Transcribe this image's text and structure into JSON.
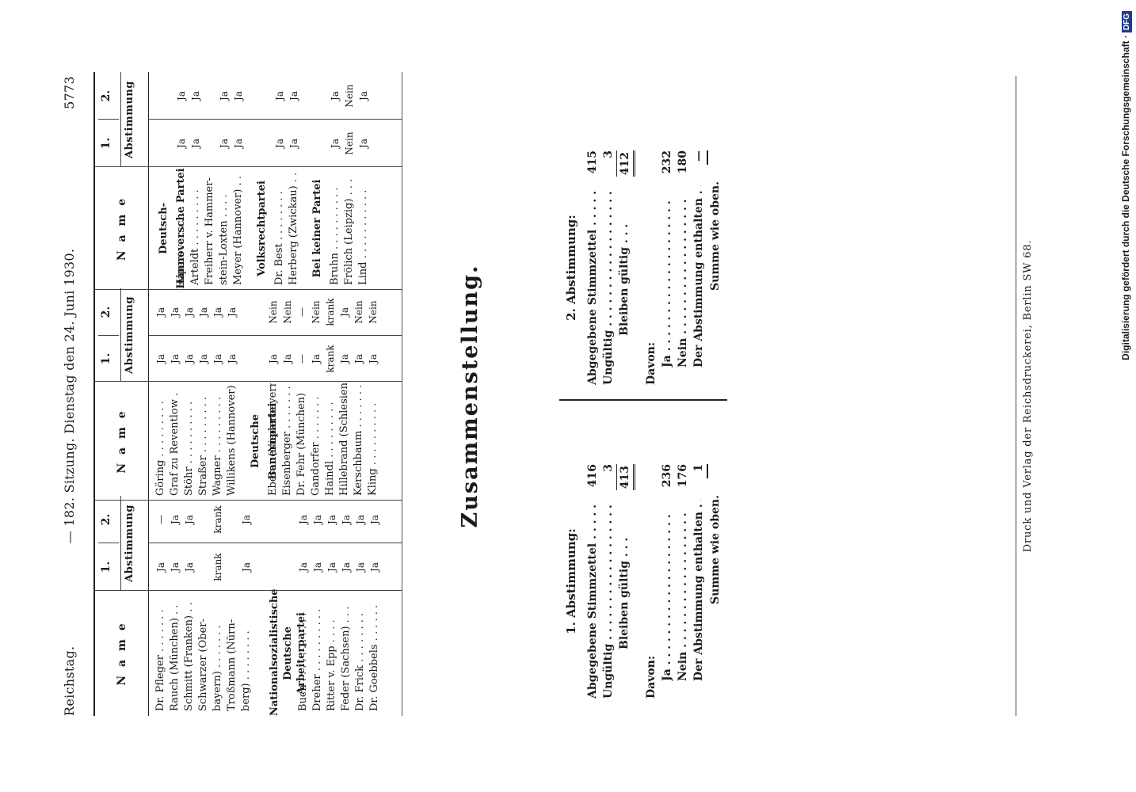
{
  "header": {
    "left": "Reichstag.",
    "center": "— 182. Sitzung. Dienstag den 24. Juni 1930.",
    "page": "5773"
  },
  "columns": {
    "name": "N a m e",
    "num1": "1.",
    "num2": "2.",
    "abst": "Abstimmung"
  },
  "panel1": [
    {
      "name": "Dr. Pfleger . . . . . . .",
      "v1": "Ja",
      "v2": "—"
    },
    {
      "name": "Rauch (München) . .",
      "v1": "Ja",
      "v2": "Ja"
    },
    {
      "name": "Schmitt (Franken) . .",
      "v1": "Ja",
      "v2": "Ja"
    },
    {
      "name": "Schwarzer (Ober-",
      "v1": "",
      "v2": ""
    },
    {
      "name": "   bayern) . . . . . . .",
      "v1": "krank",
      "v2": "krank"
    },
    {
      "name": "Troßmann (Nürn-",
      "v1": "",
      "v2": ""
    },
    {
      "name": "   berg) . . . . . . . .",
      "v1": "Ja",
      "v2": "Ja"
    }
  ],
  "panel1_party": "Nationalsozialistische Deutsche Arbeiterpartei",
  "panel1b": [
    {
      "name": "Buch . . . . . . . . . . .",
      "v1": "Ja",
      "v2": "Ja"
    },
    {
      "name": "Dreher . . . . . . . . . .",
      "v1": "Ja",
      "v2": "Ja"
    },
    {
      "name": "Ritter v. Epp . . . .",
      "v1": "Ja",
      "v2": "Ja"
    },
    {
      "name": "Feder (Sachsen) . . .",
      "v1": "Ja",
      "v2": "Ja"
    },
    {
      "name": "Dr. Frick . . . . . . . .",
      "v1": "Ja",
      "v2": "Ja"
    },
    {
      "name": "Dr. Goebbels . . . . . .",
      "v1": "Ja",
      "v2": "Ja"
    }
  ],
  "panel2": [
    {
      "name": "Göring . . . . . . . . .",
      "v1": "Ja",
      "v2": "Ja"
    },
    {
      "name": "Graf zu Reventlow .",
      "v1": "Ja",
      "v2": "Ja"
    },
    {
      "name": "Stöhr . . . . . . . . . .",
      "v1": "Ja",
      "v2": "Ja"
    },
    {
      "name": "Straßer . . . . . . . . .",
      "v1": "Ja",
      "v2": "Ja"
    },
    {
      "name": "Wagner . . . . . . . . .",
      "v1": "Ja",
      "v2": "Ja"
    },
    {
      "name": "Willikens (Hannover)",
      "v1": "Ja",
      "v2": "Ja"
    }
  ],
  "panel2_party": "Deutsche Bauernpartei",
  "panel2b": [
    {
      "name": "Eberer (Niederbayern)",
      "v1": "Ja",
      "v2": "Nein"
    },
    {
      "name": "Eisenberger . . . . . . .",
      "v1": "Ja",
      "v2": "Nein"
    },
    {
      "name": "Dr. Fehr (München)",
      "v1": "—",
      "v2": "—"
    },
    {
      "name": "Gandorfer . . . . . . .",
      "v1": "Ja",
      "v2": "Nein"
    },
    {
      "name": "Haindl . . . . . . . . .",
      "v1": "krank",
      "v2": "krank"
    },
    {
      "name": "Hillebrand (Schlesien)",
      "v1": "Ja",
      "v2": "Ja"
    },
    {
      "name": "Kerschbaum . . . . . . .",
      "v1": "Ja",
      "v2": "Nein"
    },
    {
      "name": "Kling . . . . . . . . . .",
      "v1": "Ja",
      "v2": "Nein"
    }
  ],
  "panel3_party1": "Deutsch-Hannoversche Partei",
  "panel3": [
    {
      "name": "Alpers . . . . . . . . .",
      "v1": "Ja",
      "v2": "Ja"
    },
    {
      "name": "Arteldt . . . . . . . . .",
      "v1": "Ja",
      "v2": "Ja"
    },
    {
      "name": "Freiherr v. Hammer-",
      "v1": "",
      "v2": ""
    },
    {
      "name": "   stein-Loxten . . . .",
      "v1": "Ja",
      "v2": "Ja"
    },
    {
      "name": "Meyer (Hannover) . .",
      "v1": "Ja",
      "v2": "Ja"
    }
  ],
  "panel3_party2": "Volksrechtpartei",
  "panel3b": [
    {
      "name": "Dr. Best . . . . . . . .",
      "v1": "Ja",
      "v2": "Ja"
    },
    {
      "name": "Herberg (Zwickau) . .",
      "v1": "Ja",
      "v2": "Ja"
    }
  ],
  "panel3_party3": "Bei keiner Partei",
  "panel3c": [
    {
      "name": "Bruhn . . . . . . . . . .",
      "v1": "Ja",
      "v2": "Ja"
    },
    {
      "name": "Frölich (Leipzig) . . .",
      "v1": "Nein",
      "v2": "Nein"
    },
    {
      "name": "Lind . . . . . . . . . . .",
      "v1": "Ja",
      "v2": "Ja"
    }
  ],
  "summary": {
    "title": "Zusammenstellung.",
    "vote1": {
      "heading": "1. Abstimmung:",
      "abgegeben_label": "Abgegebene Stimmzettel . . . . . . . . .",
      "abgegeben": "416",
      "ungueltig_label": "Ungültig . . . . . . . . . . . . . . . . . . . .",
      "ungueltig": "3",
      "gueltig_label": "Bleiben gültig . . .",
      "gueltig": "413",
      "davon": "Davon:",
      "ja_label": "Ja . . . . . . . . . . . . . . . . . . . .",
      "ja": "236",
      "nein_label": "Nein . . . . . . . . . . . . . . . . . .",
      "nein": "176",
      "enth_label": "Der Abstimmung enthalten . . . .",
      "enth": "1",
      "summe": "Summe wie oben."
    },
    "vote2": {
      "heading": "2. Abstimmung:",
      "abgegeben_label": "Abgegebene Stimmzettel . . . . . . . . .",
      "abgegeben": "415",
      "ungueltig_label": "Ungültig . . . . . . . . . . . . . . . . . . . .",
      "ungueltig": "3",
      "gueltig_label": "Bleiben gültig . . .",
      "gueltig": "412",
      "davon": "Davon:",
      "ja_label": "Ja . . . . . . . . . . . . . . . . . . . .",
      "ja": "232",
      "nein_label": "Nein . . . . . . . . . . . . . . . . . .",
      "nein": "180",
      "enth_label": "Der Abstimmung enthalten . . . .",
      "enth": "—",
      "summe": "Summe wie oben."
    }
  },
  "footer": "Druck und Verlag der Reichsdruckerei, Berlin SW 68.",
  "watermark": "Digitalisierung gefördert durch die Deutsche Forschungsgemeinschaft ·",
  "watermark_badge": "DFG"
}
